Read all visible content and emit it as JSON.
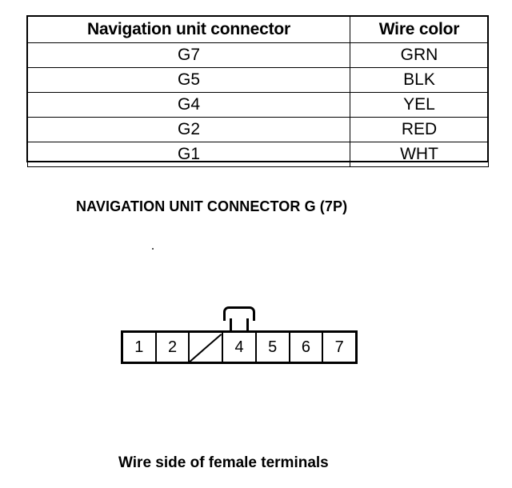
{
  "page": {
    "background": "#ffffff",
    "ink": "#000000"
  },
  "wire_table": {
    "headers": [
      "Navigation unit connector",
      "Wire color"
    ],
    "rows": [
      {
        "connector": "G7",
        "color": "GRN"
      },
      {
        "connector": "G5",
        "color": "BLK"
      },
      {
        "connector": "G4",
        "color": "YEL"
      },
      {
        "connector": "G2",
        "color": "RED"
      },
      {
        "connector": "G1",
        "color": "WHT"
      }
    ]
  },
  "connector": {
    "title": "NAVIGATION UNIT CONNECTOR G (7P)",
    "pins": [
      {
        "label": "1",
        "blank": false
      },
      {
        "label": "2",
        "blank": false
      },
      {
        "label": "",
        "blank": true
      },
      {
        "label": "4",
        "blank": false
      },
      {
        "label": "5",
        "blank": false
      },
      {
        "label": "6",
        "blank": false
      },
      {
        "label": "7",
        "blank": false
      }
    ],
    "latch_label": "connector-latch",
    "caption": "Wire side of female terminals"
  }
}
